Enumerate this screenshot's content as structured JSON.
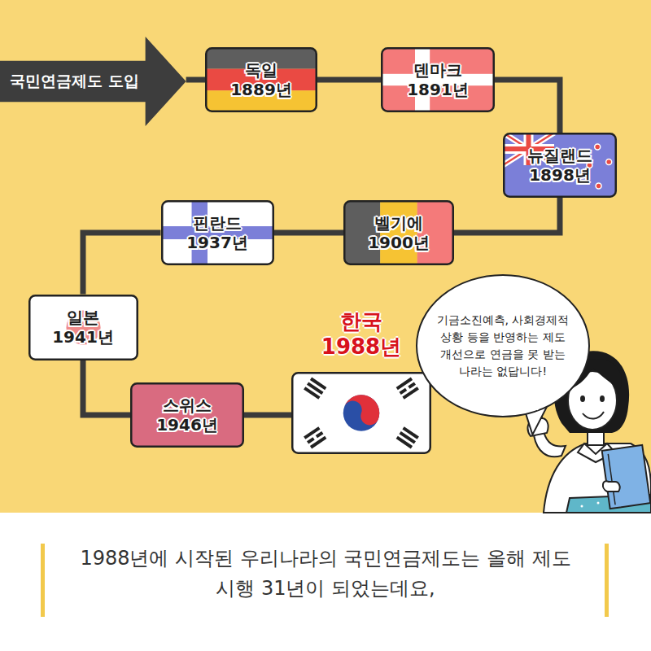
{
  "diagram": {
    "caption": "1988년에 시작된 우리나라의 국민연금제도는 올해 제도 시행 31년이 되었는데요,",
    "nodes": [
      {
        "text": [
          "국민연금제도 도입"
        ]
      },
      {
        "text": [
          "독일",
          "1889년"
        ]
      },
      {
        "text": [
          "덴마크",
          "1891년"
        ]
      },
      {
        "text": [
          "뉴질랜드",
          "1898년"
        ]
      },
      {
        "text": [
          "벨기에",
          "1900년"
        ]
      },
      {
        "text": [
          "핀란드",
          "1937년"
        ]
      },
      {
        "text": [
          "일본",
          "1941년"
        ]
      },
      {
        "text": [
          "스위스",
          "1946년"
        ]
      },
      {
        "text": [
          "한국",
          "1988년"
        ]
      },
      {
        "text": [
          "기금소진예측, 사회경제적 상황 등을 반영하는 제도 개선으로 연금을 못 받는 나라는 없답니다!"
        ]
      }
    ],
    "edges": [
      {
        "from": 0,
        "to": 1,
        "arrow": "none"
      },
      {
        "from": 1,
        "to": 2,
        "arrow": "none"
      },
      {
        "from": 2,
        "to": 3,
        "arrow": "none"
      },
      {
        "from": 3,
        "to": 4,
        "arrow": "none"
      },
      {
        "from": 4,
        "to": 5,
        "arrow": "none"
      },
      {
        "from": 5,
        "to": 6,
        "arrow": "none"
      },
      {
        "from": 6,
        "to": 7,
        "arrow": "none"
      },
      {
        "from": 7,
        "to": 8,
        "arrow": "none"
      }
    ]
  }
}
